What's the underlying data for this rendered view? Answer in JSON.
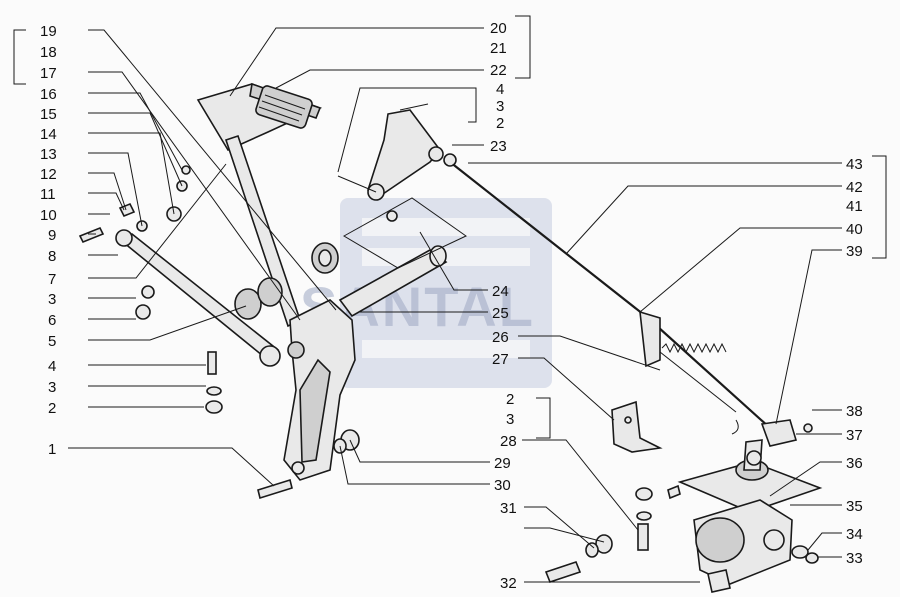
{
  "watermark": {
    "text": "SANTAL",
    "color": "#9ea8c4"
  },
  "callouts": [
    {
      "id": "c19",
      "text": "19"
    },
    {
      "id": "c18",
      "text": "18"
    },
    {
      "id": "c17",
      "text": "17"
    },
    {
      "id": "c16",
      "text": "16"
    },
    {
      "id": "c15",
      "text": "15"
    },
    {
      "id": "c14",
      "text": "14"
    },
    {
      "id": "c13",
      "text": "13"
    },
    {
      "id": "c12",
      "text": "12"
    },
    {
      "id": "c11",
      "text": "11"
    },
    {
      "id": "c10",
      "text": "10"
    },
    {
      "id": "c9",
      "text": "9"
    },
    {
      "id": "c8",
      "text": "8"
    },
    {
      "id": "c7",
      "text": "7"
    },
    {
      "id": "c3a",
      "text": "3"
    },
    {
      "id": "c6",
      "text": "6"
    },
    {
      "id": "c5",
      "text": "5"
    },
    {
      "id": "c4a",
      "text": "4"
    },
    {
      "id": "c3b",
      "text": "3"
    },
    {
      "id": "c2a",
      "text": "2"
    },
    {
      "id": "c1",
      "text": "1"
    },
    {
      "id": "c20",
      "text": "20"
    },
    {
      "id": "c21",
      "text": "21"
    },
    {
      "id": "c22",
      "text": "22"
    },
    {
      "id": "c4b",
      "text": "4"
    },
    {
      "id": "c3c",
      "text": "3"
    },
    {
      "id": "c2b",
      "text": "2"
    },
    {
      "id": "c23",
      "text": "23"
    },
    {
      "id": "c43",
      "text": "43"
    },
    {
      "id": "c42",
      "text": "42"
    },
    {
      "id": "c41",
      "text": "41"
    },
    {
      "id": "c40",
      "text": "40"
    },
    {
      "id": "c39",
      "text": "39"
    },
    {
      "id": "c24",
      "text": "24"
    },
    {
      "id": "c25",
      "text": "25"
    },
    {
      "id": "c26",
      "text": "26"
    },
    {
      "id": "c27",
      "text": "27"
    },
    {
      "id": "c2c",
      "text": "2"
    },
    {
      "id": "c3d",
      "text": "3"
    },
    {
      "id": "c28",
      "text": "28"
    },
    {
      "id": "c29",
      "text": "29"
    },
    {
      "id": "c30",
      "text": "30"
    },
    {
      "id": "c31",
      "text": "31"
    },
    {
      "id": "c32",
      "text": "32"
    },
    {
      "id": "c38",
      "text": "38"
    },
    {
      "id": "c37",
      "text": "37"
    },
    {
      "id": "c36",
      "text": "36"
    },
    {
      "id": "c35",
      "text": "35"
    },
    {
      "id": "c34",
      "text": "34"
    },
    {
      "id": "c33",
      "text": "33"
    }
  ]
}
